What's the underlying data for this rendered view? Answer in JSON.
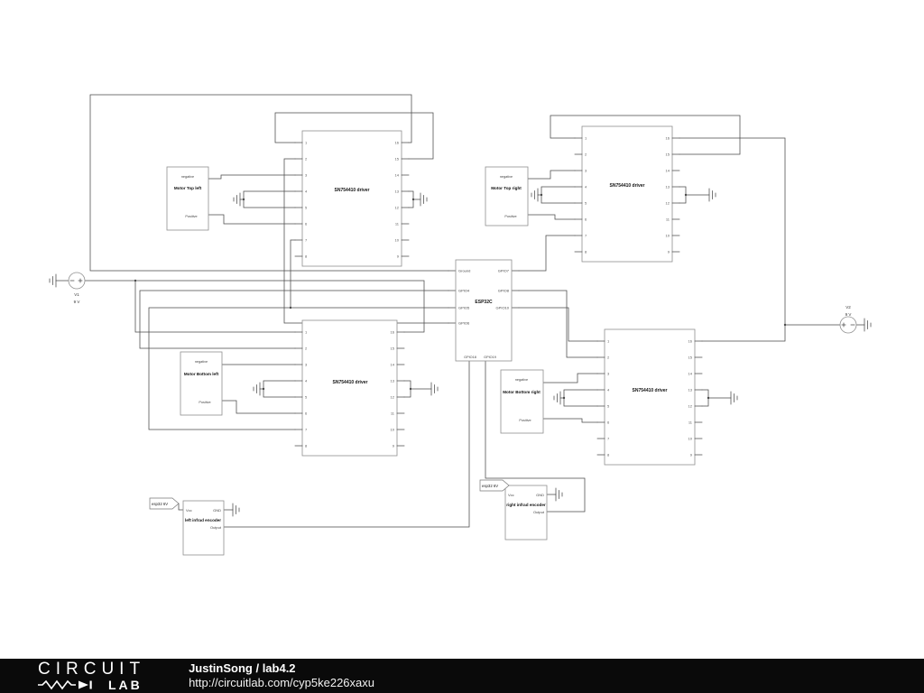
{
  "colors": {
    "wire": "#4a4a4a",
    "footer_bg": "#0a0a0a",
    "paper": "#ffffff"
  },
  "drivers": {
    "label": "SN754410 driver",
    "pins_left": [
      "1",
      "2",
      "3",
      "4",
      "5",
      "6",
      "7",
      "8"
    ],
    "pins_right": [
      "16",
      "15",
      "14",
      "13",
      "12",
      "11",
      "10",
      "9"
    ]
  },
  "motors": {
    "terms": {
      "negative": "negative",
      "positive": "Positive"
    },
    "top_left": {
      "name": "Motor Top left"
    },
    "top_right": {
      "name": "Motor Top right"
    },
    "bottom_left": {
      "name": "Motor Bottom left"
    },
    "bottom_right": {
      "name": "Motor Bottom right"
    }
  },
  "esp32": {
    "name": "ESP32C",
    "left_pins": [
      "Ground",
      "GPIO4",
      "GPIO5",
      "GPIO6"
    ],
    "right_pins": [
      "GPIO7",
      "GPIO8",
      "GPIO10"
    ],
    "bottom_pins": [
      "GPIO18",
      "GPIO19"
    ]
  },
  "sources": {
    "v1": {
      "name": "V1",
      "value": "9 V"
    },
    "v2": {
      "name": "V2",
      "value": "9 V"
    }
  },
  "encoders": {
    "flag": "esp32 6V",
    "pin_labels": {
      "vcc": "Vcc",
      "gnd": "GND",
      "output": "Output"
    },
    "left": {
      "name": "left infrad encoder"
    },
    "right": {
      "name": "right infrad encoder"
    }
  },
  "footer": {
    "brand_top": "CIRCUIT",
    "brand_bottom": "LAB",
    "author": "JustinSong",
    "separator": " / ",
    "project": "lab4.2",
    "url": "http://circuitlab.com/cyp5ke226xaxu"
  }
}
